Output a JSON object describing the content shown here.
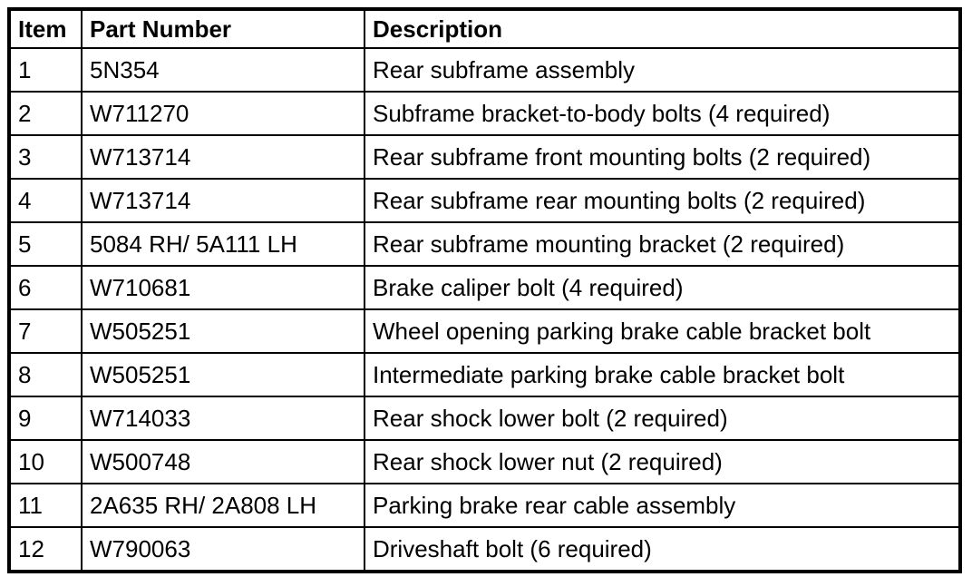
{
  "table": {
    "background": "#ffffff",
    "border_color": "#000000",
    "columns": [
      {
        "label": "Item"
      },
      {
        "label": "Part Number"
      },
      {
        "label": "Description"
      }
    ],
    "rows": [
      {
        "item": "1",
        "part": "5N354",
        "desc": "Rear subframe assembly"
      },
      {
        "item": "2",
        "part": "W711270",
        "desc": "Subframe bracket-to-body bolts (4 required)"
      },
      {
        "item": "3",
        "part": "W713714",
        "desc": "Rear subframe front mounting bolts (2 required)"
      },
      {
        "item": "4",
        "part": "W713714",
        "desc": "Rear subframe rear mounting bolts (2 required)"
      },
      {
        "item": "5",
        "part": "5084 RH/ 5A111 LH",
        "desc": "Rear subframe mounting bracket (2 required)"
      },
      {
        "item": "6",
        "part": "W710681",
        "desc": "Brake caliper bolt (4 required)"
      },
      {
        "item": "7",
        "part": "W505251",
        "desc": "Wheel opening parking brake cable bracket bolt"
      },
      {
        "item": "8",
        "part": "W505251",
        "desc": "Intermediate parking brake cable bracket bolt"
      },
      {
        "item": "9",
        "part": "W714033",
        "desc": "Rear shock lower bolt (2 required)"
      },
      {
        "item": "10",
        "part": "W500748",
        "desc": "Rear shock lower nut (2 required)"
      },
      {
        "item": "11",
        "part": "2A635 RH/ 2A808 LH",
        "desc": "Parking brake rear cable assembly"
      },
      {
        "item": "12",
        "part": "W790063",
        "desc": "Driveshaft bolt (6 required)"
      }
    ]
  }
}
